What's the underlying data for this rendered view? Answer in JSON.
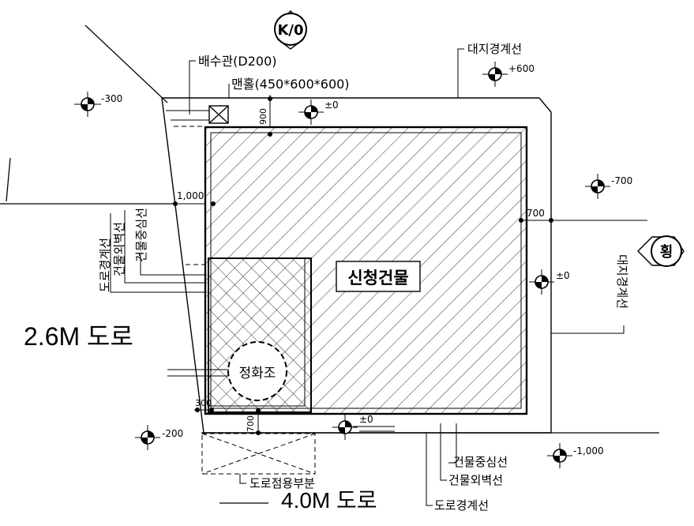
{
  "labels": {
    "north_symbol": "K/0",
    "drain_pipe": "배수관(D200)",
    "manhole": "맨홀(450*600*600)",
    "site_boundary_top": "대지경계선",
    "site_boundary_right": "대지경계선",
    "road_left": "2.6M 도로",
    "road_bottom": "4.0M 도로",
    "building": "신청건물",
    "septic": "정화조",
    "road_boundary_v": "도로경계선",
    "bldg_outer_wall_v": "건물외벽선",
    "bldg_center_v": "건물중심선",
    "bldg_center_h": "건물중심선",
    "bldg_outer_wall_h": "건물외벽선",
    "road_boundary_h": "도로경계선",
    "road_occupancy": "도로점용부분",
    "side_symbol": "횡"
  },
  "levels": {
    "l_top_left": "-300",
    "l_top_center": "±0",
    "l_top_right": "+600",
    "l_right_upper": "-700",
    "l_right_mid": "±0",
    "l_bottom_center": "±0",
    "l_bottom_left": "-200",
    "l_bottom_right": "-1,000"
  },
  "dims": {
    "d900": "900",
    "d1000": "1,000",
    "d700_right": "700",
    "d300": "300",
    "d700_bottom": "700"
  }
}
